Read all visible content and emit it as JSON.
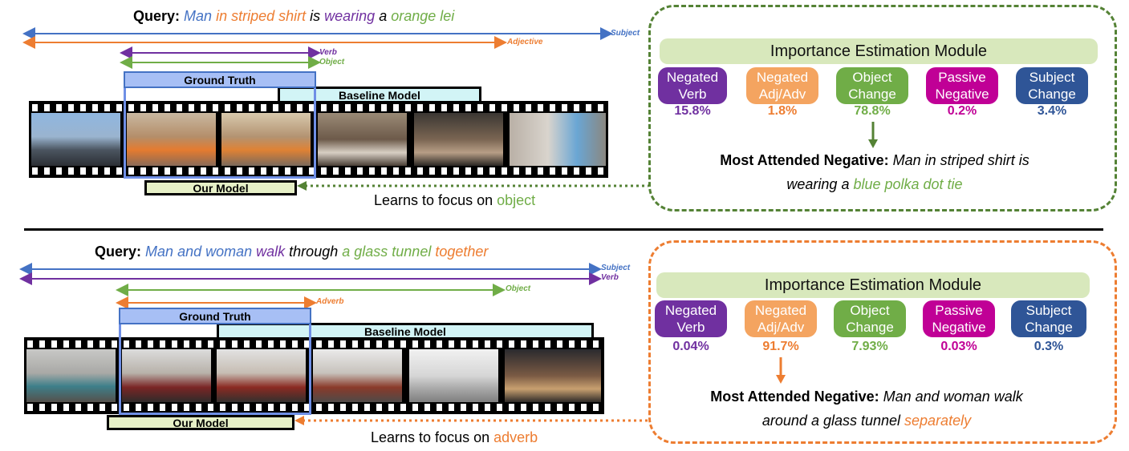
{
  "colors": {
    "subject": "#4472c4",
    "adjective": "#ed7d31",
    "verb": "#7030a0",
    "object": "#70ad47",
    "negated_verb": "#7030a0",
    "negated_adj_adv": "#f4a460",
    "object_change": "#70ad47",
    "passive_negative": "#c00096",
    "subject_change": "#2f5597",
    "top_panel_border": "#548235",
    "bottom_panel_border": "#ed7d31"
  },
  "top": {
    "query_label": "Query:",
    "query_parts": {
      "subject": "Man",
      "adjective": "in striped shirt",
      "is": "is",
      "verb": "wearing",
      "a": "a",
      "object": "orange lei"
    },
    "span_labels": {
      "subject": "Subject",
      "adjective": "Adjective",
      "verb": "Verb",
      "object": "Object"
    },
    "ground_truth_label": "Ground Truth",
    "baseline_label": "Baseline Model",
    "our_model_label": "Our Model",
    "focus_prefix": "Learns to focus on",
    "focus_word": "object",
    "module_title": "Importance Estimation Module",
    "categories": [
      {
        "line1": "Negated",
        "line2": "Verb",
        "value": "15.8%"
      },
      {
        "line1": "Negated",
        "line2": "Adj/Adv",
        "value": "1.8%"
      },
      {
        "line1": "Object",
        "line2": "Change",
        "value": "78.8%"
      },
      {
        "line1": "Passive",
        "line2": "Negative",
        "value": "0.2%"
      },
      {
        "line1": "Subject",
        "line2": "Change",
        "value": "3.4%"
      }
    ],
    "most_attended_label": "Most Attended Negative:",
    "negative_line1": "Man in striped shirt is",
    "negative_line2_prefix": "wearing a",
    "negative_highlight": "blue polka dot tie"
  },
  "bottom": {
    "query_label": "Query:",
    "query_parts": {
      "subject": "Man and woman",
      "verb": "walk",
      "through": "through",
      "object": "a glass tunnel",
      "adverb": "together"
    },
    "span_labels": {
      "subject": "Subject",
      "verb": "Verb",
      "object": "Object",
      "adverb": "Adverb"
    },
    "ground_truth_label": "Ground Truth",
    "baseline_label": "Baseline Model",
    "our_model_label": "Our Model",
    "focus_prefix": "Learns to focus on",
    "focus_word": "adverb",
    "module_title": "Importance Estimation Module",
    "categories": [
      {
        "line1": "Negated",
        "line2": "Verb",
        "value": "0.04%"
      },
      {
        "line1": "Negated",
        "line2": "Adj/Adv",
        "value": "91.7%"
      },
      {
        "line1": "Object",
        "line2": "Change",
        "value": "7.93%"
      },
      {
        "line1": "Passive",
        "line2": "Negative",
        "value": "0.03%"
      },
      {
        "line1": "Subject",
        "line2": "Change",
        "value": "0.3%"
      }
    ],
    "most_attended_label": "Most Attended Negative:",
    "negative_line1": "Man and woman walk",
    "negative_line2_prefix": "around a glass tunnel",
    "negative_highlight": "separately"
  }
}
